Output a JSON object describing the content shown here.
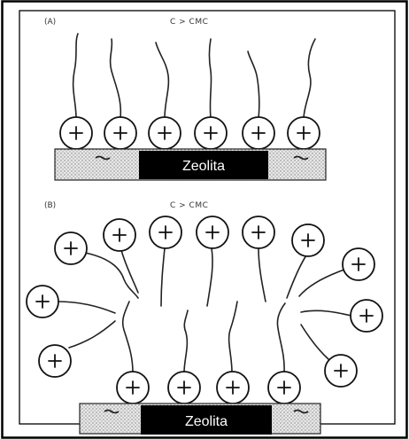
{
  "panels": [
    {
      "id": "A",
      "label": "(A)",
      "condition": "C > CMC",
      "substrate_label": "Zeolita",
      "head_symbol": "+"
    },
    {
      "id": "B",
      "label": "(B)",
      "condition": "C > CMC",
      "substrate_label": "Zeolita",
      "head_symbol": "+"
    }
  ],
  "colors": {
    "frame": "#000000",
    "substrate_dots": "#9a9a9a",
    "label_box": "#000000",
    "label_text": "#ffffff"
  }
}
